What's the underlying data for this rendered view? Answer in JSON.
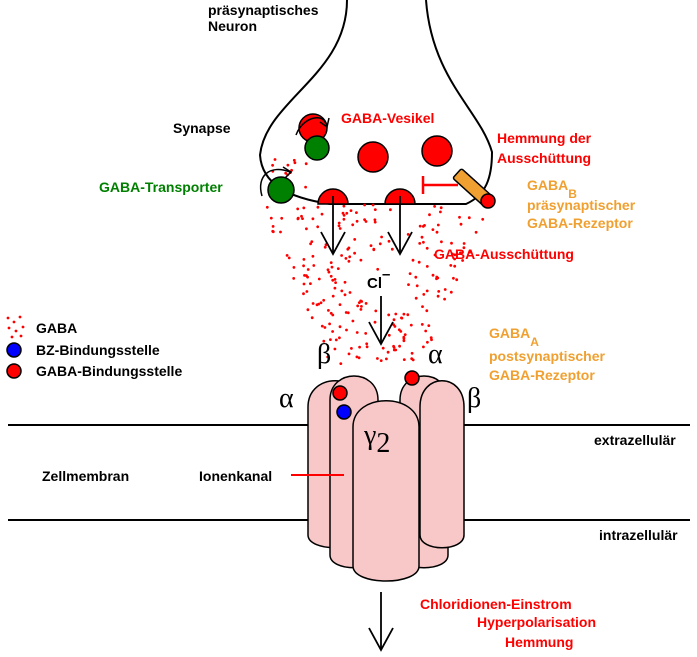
{
  "labels": {
    "presynaptic_neuron_line1": "präsynaptisches",
    "presynaptic_neuron_line2": "Neuron",
    "synapse": "Synapse",
    "gaba_vesicle": "GABA-Vesikel",
    "inhibition_line1": "Hemmung der",
    "inhibition_line2": "Ausschüttung",
    "gaba_transporter": "GABA-Transporter",
    "gabab_main": "GABA",
    "gabab_sub": "B",
    "gabab_line2": "präsynaptischer",
    "gabab_line3": "GABA-Rezeptor",
    "gaba_release": "GABA-Ausschüttung",
    "chloride_main": "Cl",
    "chloride_sup": "–",
    "gabaa_main": "GABA",
    "gabaa_sub": "A",
    "gabaa_line2": "postsynaptischer",
    "gabaa_line3": "GABA-Rezeptor",
    "extracellular": "extrazellulär",
    "intracellular": "intrazellulär",
    "membrane": "Zellmembran",
    "ion_channel": "Ionenkanal",
    "chloride_influx": "Chloridionen-Einstrom",
    "hyperpolarisation": "Hyperpolarisation",
    "inhibition": "Hemmung"
  },
  "greek": {
    "beta_left": "β",
    "alpha_right": "α",
    "alpha_left": "α",
    "beta_right": "β",
    "gamma": "γ",
    "gamma_sub": "2"
  },
  "legend": {
    "gaba": "GABA",
    "bz_site": "BZ-Bindungsstelle",
    "gaba_site": "GABA-Bindungsstelle"
  },
  "colors": {
    "red": "#ff0000",
    "green": "#008000",
    "orange": "#f0a030",
    "channel": "#f8c8c8",
    "blue": "#0000ff",
    "black": "#000000"
  }
}
